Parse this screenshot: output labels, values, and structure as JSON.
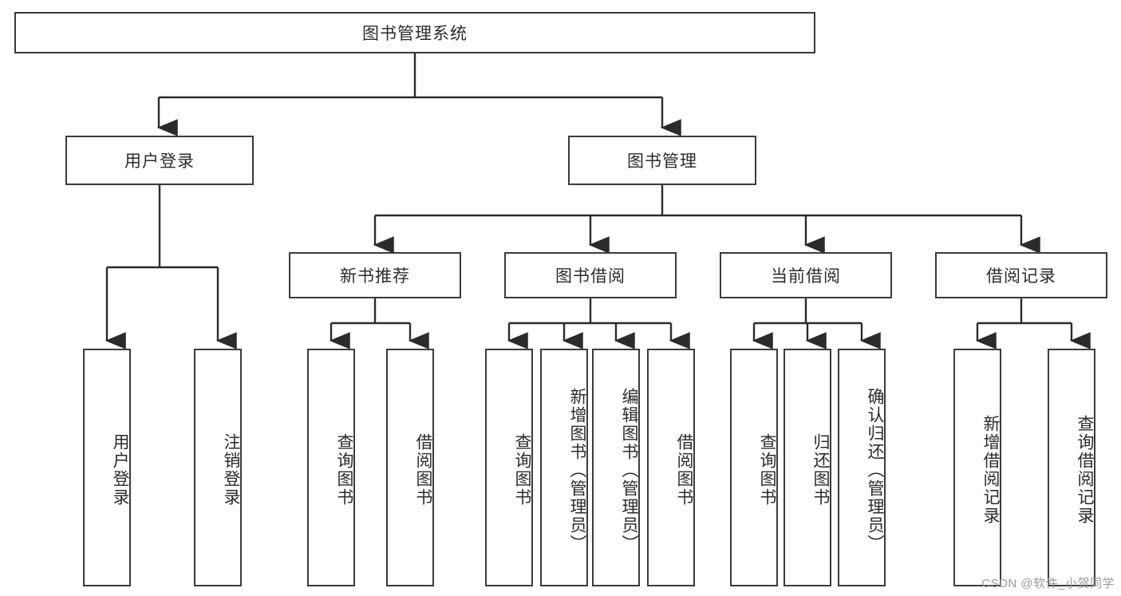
{
  "diagram": {
    "type": "tree",
    "title": "图书管理系统",
    "watermark": "CSDN @软件_小贺同学",
    "colors": {
      "box_border": "#3b3b3b",
      "box_fill": "#ffffff",
      "edge": "#2b2b2b",
      "text": "#2b2b2b",
      "watermark": "#9a9a9a",
      "background": "#ffffff"
    },
    "nodes": {
      "root": {
        "label": "图书管理系统"
      },
      "level2": [
        {
          "label": "用户登录"
        },
        {
          "label": "图书管理"
        }
      ],
      "level3": [
        {
          "label": "新书推荐"
        },
        {
          "label": "图书借阅"
        },
        {
          "label": "当前借阅"
        },
        {
          "label": "借阅记录"
        }
      ],
      "leaves": {
        "user_login": [
          {
            "label": "用户登录"
          },
          {
            "label": "注销登录"
          }
        ],
        "new_book_recommend": [
          {
            "label": "查询图书"
          },
          {
            "label": "借阅图书"
          }
        ],
        "book_borrow": [
          {
            "label": "查询图书"
          },
          {
            "label": "新增图书（管理员）"
          },
          {
            "label": "编辑图书（管理员）"
          },
          {
            "label": "借阅图书"
          }
        ],
        "current_borrow": [
          {
            "label": "查询图书"
          },
          {
            "label": "归还图书"
          },
          {
            "label": "确认归还（管理员）"
          }
        ],
        "borrow_record": [
          {
            "label": "新增借阅记录"
          },
          {
            "label": "查询借阅记录"
          }
        ]
      }
    }
  }
}
